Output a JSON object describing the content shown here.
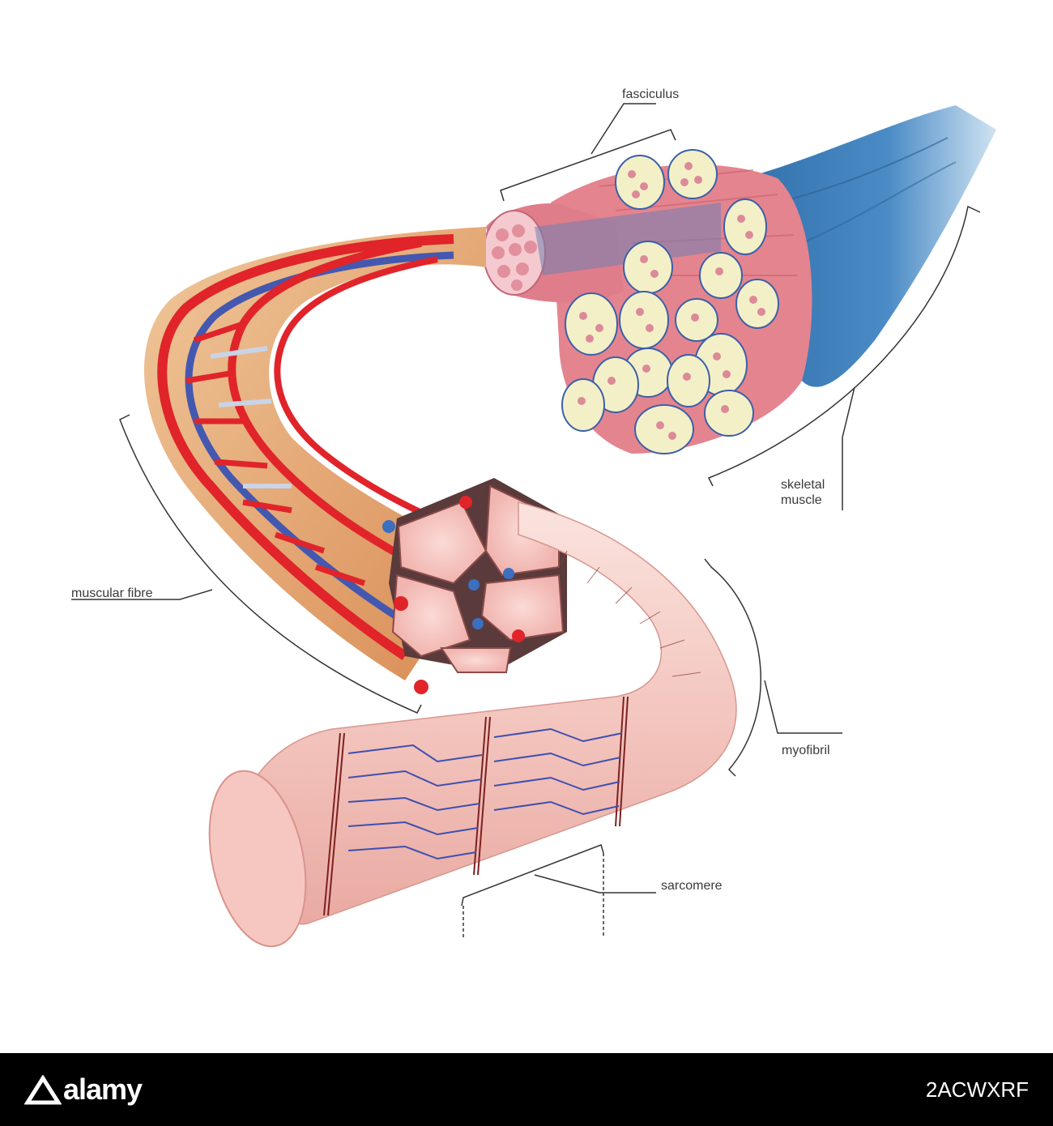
{
  "labels": {
    "fasciculus": "fasciculus",
    "skeletal_muscle_line1": "skeletal",
    "skeletal_muscle_line2": "muscle",
    "muscular_fibre": "muscular fibre",
    "myofibril": "myofibril",
    "sarcomere": "sarcomere"
  },
  "footer": {
    "logo_text": "alamy",
    "image_id": "2ACWXRF"
  },
  "colors": {
    "muscle_pink": "#e8a0a8",
    "tendon_blue": "#3f7fb8",
    "artery_red": "#e0242a",
    "vein_blue": "#4458b0",
    "myofibril_pink": "#f6d2cc",
    "footer_black": "#000000"
  }
}
